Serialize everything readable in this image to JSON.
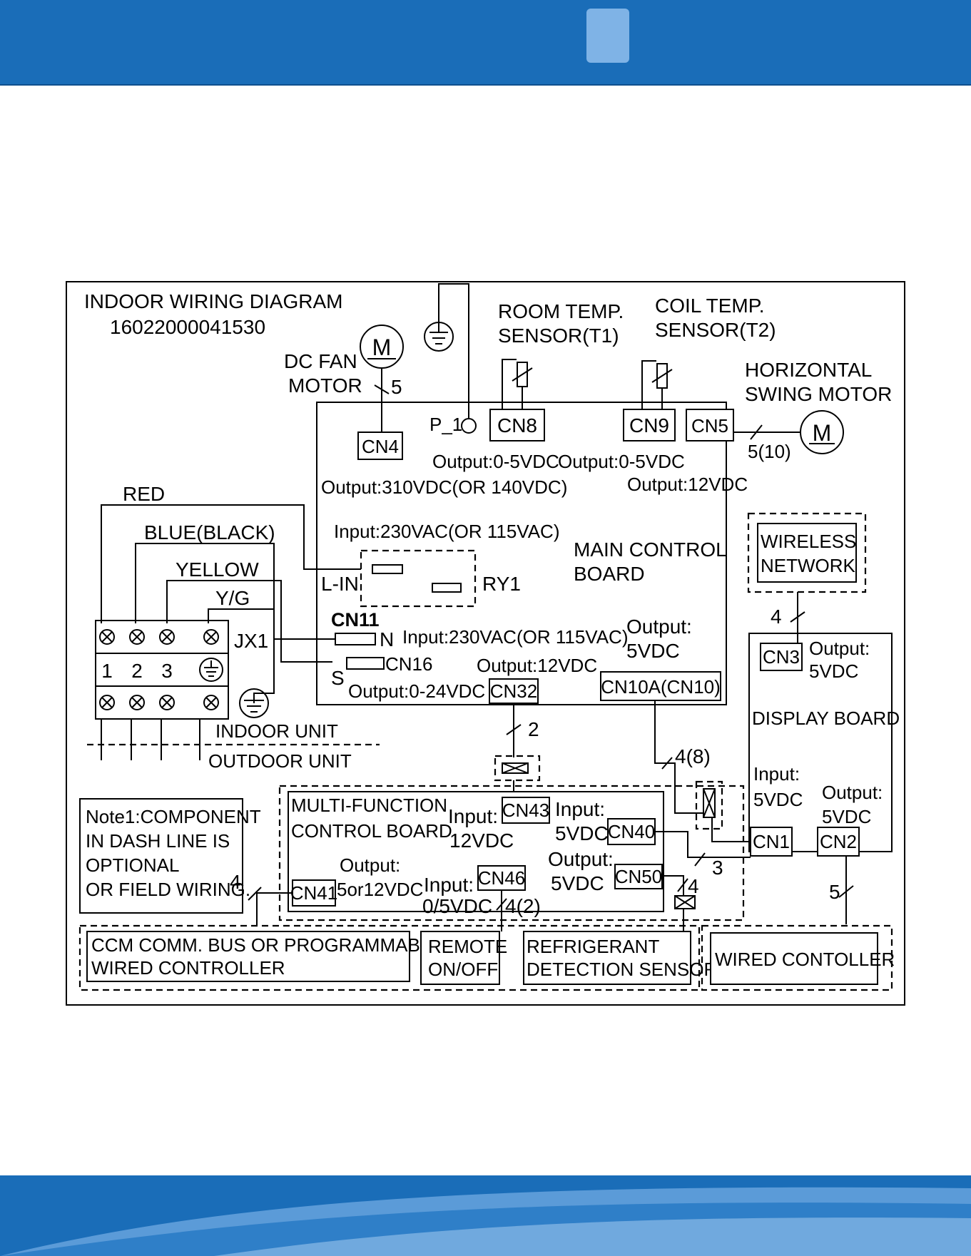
{
  "diagram": {
    "title": "INDOOR WIRING DIAGRAM",
    "code": "16022000041530",
    "fan_motor_symbol": "M",
    "fan_motor_label_1": "DC FAN",
    "fan_motor_label_2": "MOTOR",
    "fan_wire_count": "5",
    "room_sensor_1": "ROOM TEMP.",
    "room_sensor_2": "SENSOR(T1)",
    "coil_sensor_1": "COIL TEMP.",
    "coil_sensor_2": "SENSOR(T2)",
    "swing_motor_1": "HORIZONTAL",
    "swing_motor_2": "SWING MOTOR",
    "swing_motor_symbol": "M",
    "swing_wire_count": "5(10)",
    "cn4": "CN4",
    "p1": "P_1",
    "cn8": "CN8",
    "cn9": "CN9",
    "cn5": "CN5",
    "out_cn8": "Output:0-5VDC",
    "out_cn9": "Output:0-5VDC",
    "out_cn5": "Output:12VDC",
    "out_cn4": "Output:310VDC(OR 140VDC)",
    "wire_red": "RED",
    "wire_blue": "BLUE(BLACK)",
    "wire_yellow": "YELLOW",
    "wire_yg": "Y/G",
    "input_lin": "Input:230VAC(OR 115VAC)",
    "l_in": "L-IN",
    "relay": "RY1",
    "main_board_1": "MAIN  CONTROL",
    "main_board_2": "BOARD",
    "cn11": "CN11",
    "n_label": "N",
    "input_n": "Input:230VAC(OR 115VAC)",
    "output_cn10_1": "Output:",
    "output_cn10_2": "5VDC",
    "jx1": "JX1",
    "terminals": [
      "1",
      "2",
      "3"
    ],
    "cn16": "CN16",
    "s_label": "S",
    "out_cn16": "Output:0-24VDC",
    "out_cn32": "Output:12VDC",
    "cn32": "CN32",
    "cn10a": "CN10A(CN10)",
    "indoor_unit": "INDOOR UNIT",
    "outdoor_unit": "OUTDOOR UNIT",
    "wire_cn32": "2",
    "wire_cn10": "4(8)",
    "wireless_1": "WIRELESS",
    "wireless_2": "NETWORK",
    "wire_wireless": "4",
    "cn3": "CN3",
    "out_cn3_1": "Output:",
    "out_cn3_2": "5VDC",
    "display_board": "DISPLAY BOARD",
    "in_cn1_1": "Input:",
    "in_cn1_2": "5VDC",
    "out_cn2_1": "Output:",
    "out_cn2_2": "5VDC",
    "cn1": "CN1",
    "cn2": "CN2",
    "note_lines": [
      "Note1:COMPONENT",
      "IN DASH LINE IS",
      "OPTIONAL",
      "OR FIELD WIRING."
    ],
    "mf_board_1": "MULTI-FUNCTION",
    "mf_board_2": "CONTROL BOARD",
    "in_cn43_1": "Input:",
    "in_cn43_2": "12VDC",
    "cn43": "CN43",
    "in_cn40_1": "Input:",
    "in_cn40_2": "5VDC",
    "cn40": "CN40",
    "wire_cn40": "3",
    "wire_ccm": "4",
    "cn41": "CN41",
    "out_cn41_1": "Output:",
    "out_cn41_2": "5or12VDC",
    "in_cn46_1": "Input:",
    "in_cn46_2": "0/5VDC",
    "cn46": "CN46",
    "wire_cn46": "4(2)",
    "out_cn50_1": "Output:",
    "out_cn50_2": "5VDC",
    "cn50": "CN50",
    "wire_cn50": "4",
    "wire_cn2": "5",
    "ccm_1": "CCM COMM. BUS OR  PROGRAMMABLE",
    "ccm_2": "WIRED CONTROLLER",
    "remote_1": "REMOTE",
    "remote_2": "ON/OFF",
    "refrig_1": "REFRIGERANT",
    "refrig_2": "DETECTION SENSOR",
    "wired_controller": "WIRED CONTOLLER"
  }
}
